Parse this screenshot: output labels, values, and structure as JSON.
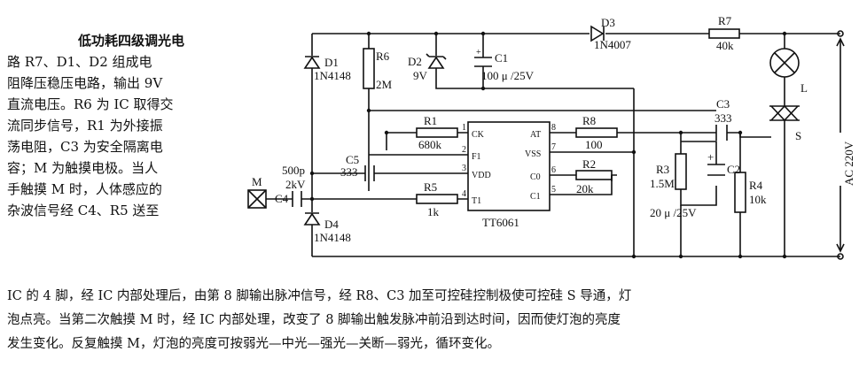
{
  "description": {
    "title": "低功耗四级调光电",
    "lines": [
      "路    R7、D1、D2 组成电",
      "阻降压稳压电路，输出 9V",
      "直流电压。R6 为 IC 取得交",
      "流同步信号，R1 为外接振",
      "荡电阻，C3 为安全隔离电",
      "容；M 为触摸电极。当人",
      "手触摸 M 时，人体感应的",
      "杂波信号经 C4、R5 送至"
    ],
    "bottom_lines": [
      "IC 的 4 脚，经 IC 内部处理后，由第 8 脚输出脉冲信号，经 R8、C3 加至可控硅控制极使可控硅 S 导通，灯",
      "泡点亮。当第二次触摸 M 时，经 IC 内部处理，改变了 8 脚输出触发脉冲前沿到达时间，因而使灯泡的亮度",
      "发生变化。反复触摸 M，灯泡的亮度可按弱光—中光—强光—关断—弱光，循环变化。"
    ]
  },
  "circuit": {
    "ic": {
      "name": "TT6061",
      "pins_left": [
        {
          "num": "1",
          "name": "CK"
        },
        {
          "num": "2",
          "name": "F1"
        },
        {
          "num": "3",
          "name": "VDD"
        },
        {
          "num": "4",
          "name": "T1"
        }
      ],
      "pins_right": [
        {
          "num": "8",
          "name": "AT"
        },
        {
          "num": "7",
          "name": "VSS"
        },
        {
          "num": "6",
          "name": "C0"
        },
        {
          "num": "5",
          "name": "C1"
        }
      ]
    },
    "labels": {
      "d1_name": "D1",
      "d1_val": "1N4148",
      "r6_name": "R6",
      "r6_val": "2M",
      "d2_name": "D2",
      "d2_val": "9V",
      "c1_plus": "+",
      "c1_name": "C1",
      "c1_val": "100 μ /25V",
      "d3_name": "D3",
      "d3_val": "1N4007",
      "r7_name": "R7",
      "r7_val": "40k",
      "lamp_name": "L",
      "r1_name": "R1",
      "r1_val": "680k",
      "r8_name": "R8",
      "r8_val": "100",
      "c3_name": "C3",
      "c3_val": "333",
      "scr_name": "S",
      "c5_name": "C5",
      "c5_val": "333",
      "r2_name": "R2",
      "r2_val": "20k",
      "r3_name": "R3",
      "r3_val": "1.5M",
      "c2_plus": "+",
      "c2_name": "C2",
      "c2_val": "20 μ /25V",
      "r4_name": "R4",
      "r4_val": "10k",
      "c4_val1": "500p",
      "c4_val2": "2kV",
      "c4_name": "C4",
      "m_name": "M",
      "r5_name": "R5",
      "r5_val": "1k",
      "d4_name": "D4",
      "d4_val": "1N4148",
      "ac_label": "AC 220V"
    }
  }
}
